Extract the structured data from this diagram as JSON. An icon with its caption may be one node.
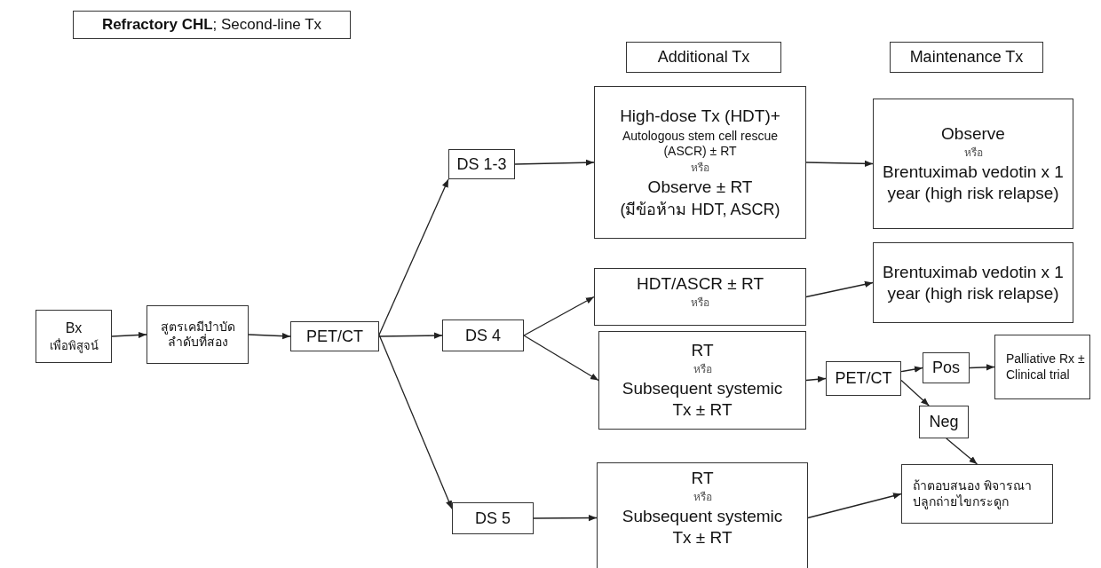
{
  "diagram": {
    "nodes": [
      {
        "text": [
          "**Refractory CHL**; Second-line Tx"
        ]
      },
      {
        "text": [
          "Additional Tx"
        ]
      },
      {
        "text": [
          "Maintenance Tx"
        ]
      },
      {
        "text": [
          "Bx",
          "เพื่อพิสูจน์"
        ]
      },
      {
        "text": [
          "สูตรเคมีบำบัดลำดับที่สอง"
        ]
      },
      {
        "text": [
          "PET/CT"
        ]
      },
      {
        "text": [
          "DS 1-3"
        ]
      },
      {
        "text": [
          "DS 4"
        ]
      },
      {
        "text": [
          "DS 5"
        ]
      },
      {
        "text": [
          "High-dose Tx (HDT)+",
          "Autologous stem cell rescue (ASCR) ± RT",
          "หรือ",
          "Observe ± RT",
          "(มีข้อห้าม HDT, ASCR)"
        ]
      },
      {
        "text": [
          "Observe",
          "หรือ",
          "Brentuximab vedotin x 1 year (high risk relapse)"
        ]
      },
      {
        "text": [
          "HDT/ASCR ± RT",
          "หรือ"
        ]
      },
      {
        "text": [
          "Brentuximab vedotin x 1 year (high risk relapse)"
        ]
      },
      {
        "text": [
          "RT",
          "หรือ",
          "Subsequent systemic Tx ± RT"
        ]
      },
      {
        "text": [
          "PET/CT"
        ]
      },
      {
        "text": [
          "Pos"
        ]
      },
      {
        "text": [
          "Palliative Rx ± Clinical trial"
        ]
      },
      {
        "text": [
          "Neg"
        ]
      },
      {
        "text": [
          "ถ้าตอบสนอง พิจารณาปลูกถ่ายไขกระดูก"
        ]
      },
      {
        "text": [
          "RT",
          "หรือ",
          "Subsequent systemic Tx ± RT"
        ]
      }
    ],
    "edges": [
      {
        "from": 3,
        "to": 4,
        "arrow": "to"
      },
      {
        "from": 4,
        "to": 5,
        "arrow": "to"
      },
      {
        "from": 5,
        "to": 6,
        "arrow": "to"
      },
      {
        "from": 5,
        "to": 7,
        "arrow": "to"
      },
      {
        "from": 5,
        "to": 8,
        "arrow": "to"
      },
      {
        "from": 6,
        "to": 9,
        "arrow": "to"
      },
      {
        "from": 7,
        "to": 11,
        "arrow": "to"
      },
      {
        "from": 7,
        "to": 13,
        "arrow": "to"
      },
      {
        "from": 8,
        "to": 19,
        "arrow": "to"
      },
      {
        "from": 9,
        "to": 10,
        "arrow": "to"
      },
      {
        "from": 11,
        "to": 12,
        "arrow": "to"
      },
      {
        "from": 13,
        "to": 14,
        "arrow": "to"
      },
      {
        "from": 14,
        "to": 15,
        "arrow": "to"
      },
      {
        "from": 14,
        "to": 17,
        "arrow": "to"
      },
      {
        "from": 15,
        "to": 16,
        "arrow": "to"
      },
      {
        "from": 17,
        "to": 18,
        "arrow": "to"
      },
      {
        "from": 19,
        "to": 18,
        "arrow": "to"
      }
    ]
  }
}
